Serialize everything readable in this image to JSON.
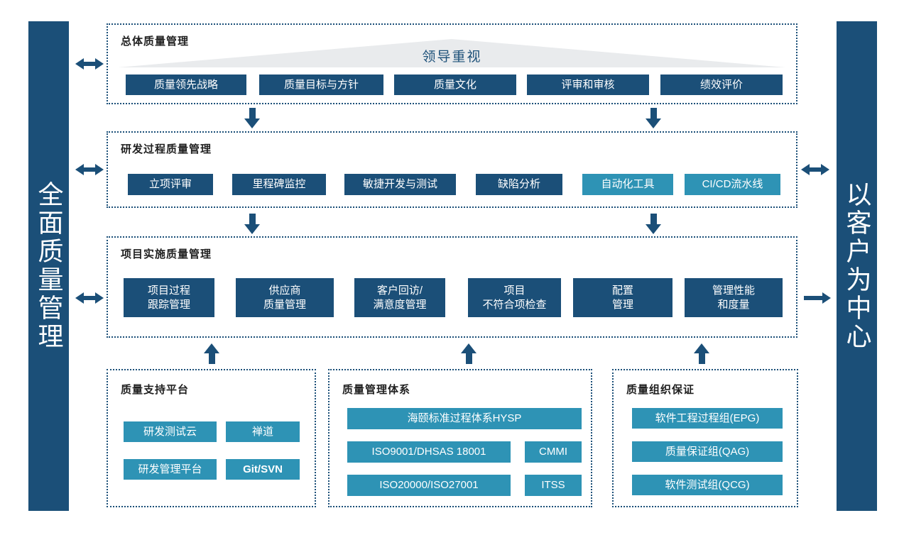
{
  "colors": {
    "dark_navy": "#1b4f78",
    "teal": "#2e93b5",
    "triangle_gray": "#e9ebed"
  },
  "left_bar": {
    "label": "全面质量管理"
  },
  "right_bar": {
    "label": "以客户为中心"
  },
  "overall": {
    "title": "总体质量管理",
    "triangle_label": "领导重视",
    "items": [
      "质量领先战略",
      "质量目标与方针",
      "质量文化",
      "评审和审核",
      "绩效评价"
    ]
  },
  "rd": {
    "title": "研发过程质量管理",
    "items": [
      "立项评审",
      "里程碑监控",
      "敏捷开发与测试",
      "缺陷分析",
      "自动化工具",
      "CI/CD流水线"
    ]
  },
  "impl": {
    "title": "项目实施质量管理",
    "items": [
      {
        "line1": "项目过程",
        "line2": "跟踪管理"
      },
      {
        "line1": "供应商",
        "line2": "质量管理"
      },
      {
        "line1": "客户回访/",
        "line2": "满意度管理"
      },
      {
        "line1": "项目",
        "line2": "不符合项检查"
      },
      {
        "line1": "配置",
        "line2": "管理"
      },
      {
        "line1": "管理性能",
        "line2": "和度量"
      }
    ]
  },
  "support": {
    "title": "质量支持平台",
    "items": [
      "研发测试云",
      "禅道",
      "研发管理平台",
      "Git/SVN"
    ]
  },
  "system": {
    "title": "质量管理体系",
    "wide_item": "海颐标准过程体系HYSP",
    "items": [
      "ISO9001/DHSAS 18001",
      "CMMI",
      "ISO20000/ISO27001",
      "ITSS"
    ]
  },
  "org": {
    "title": "质量组织保证",
    "items": [
      "软件工程过程组(EPG)",
      "质量保证组(QAG)",
      "软件测试组(QCG)"
    ]
  }
}
